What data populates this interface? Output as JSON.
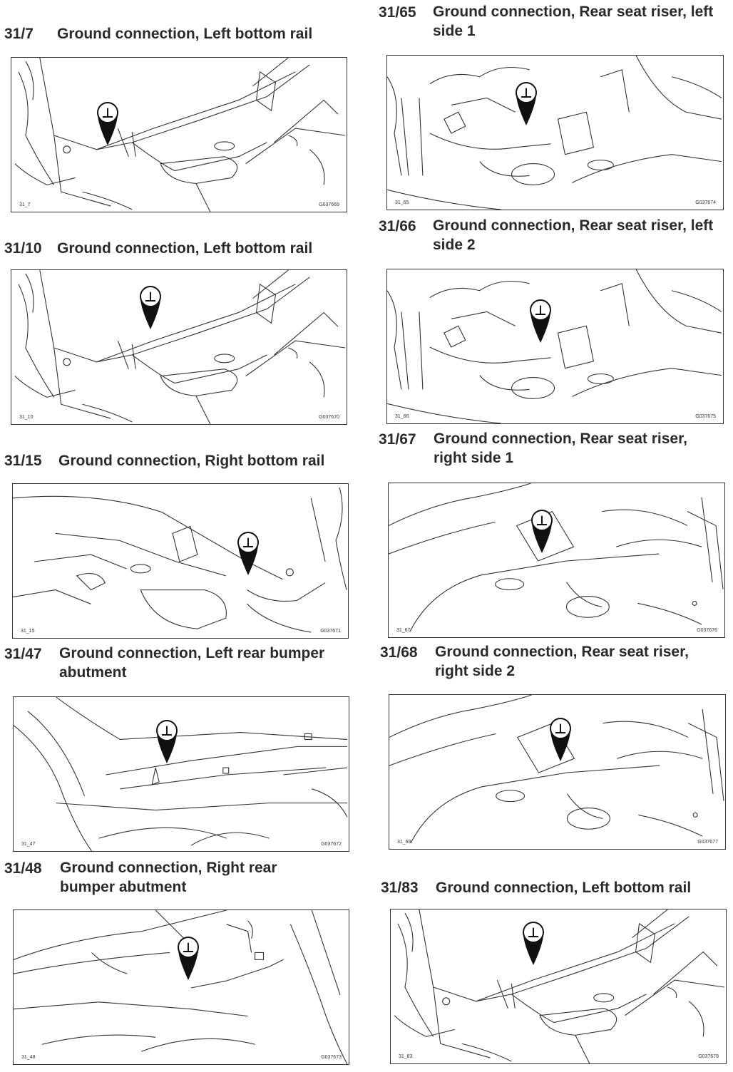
{
  "ground_symbol": "⊥",
  "colors": {
    "line": "#333333",
    "marker": "#111111",
    "background": "#ffffff"
  },
  "figures": [
    {
      "code": "31/7",
      "title": "Ground connection, Left bottom rail",
      "fig_id": "31_7",
      "ref": "G037669",
      "scene": "left-rail"
    },
    {
      "code": "31/10",
      "title": "Ground connection, Left bottom rail",
      "fig_id": "31_10",
      "ref": "G037670",
      "scene": "left-rail"
    },
    {
      "code": "31/15",
      "title": "Ground connection, Right bottom rail",
      "fig_id": "31_15",
      "ref": "G037671",
      "scene": "right-rail"
    },
    {
      "code": "31/47",
      "title": "Ground connection, Left rear bumper abutment",
      "fig_id": "31_47",
      "ref": "G037672",
      "scene": "trunk-left"
    },
    {
      "code": "31/48",
      "title": "Ground connection, Right rear bumper abutment",
      "fig_id": "31_48",
      "ref": "G037673",
      "scene": "trunk-right"
    },
    {
      "code": "31/65",
      "title": "Ground connection, Rear seat riser, left side 1",
      "fig_id": "31_65",
      "ref": "G037674",
      "scene": "riser-left"
    },
    {
      "code": "31/66",
      "title": "Ground connection, Rear seat riser, left side 2",
      "fig_id": "31_66",
      "ref": "G037675",
      "scene": "riser-left"
    },
    {
      "code": "31/67",
      "title": "Ground connection, Rear seat riser, right side 1",
      "fig_id": "31_67",
      "ref": "G037676",
      "scene": "riser-right"
    },
    {
      "code": "31/68",
      "title": "Ground connection, Rear seat riser, right side 2",
      "fig_id": "31_68",
      "ref": "G037677",
      "scene": "riser-right"
    },
    {
      "code": "31/83",
      "title": "Ground connection, Left bottom rail",
      "fig_id": "31_83",
      "ref": "G037678",
      "scene": "left-rail"
    }
  ]
}
